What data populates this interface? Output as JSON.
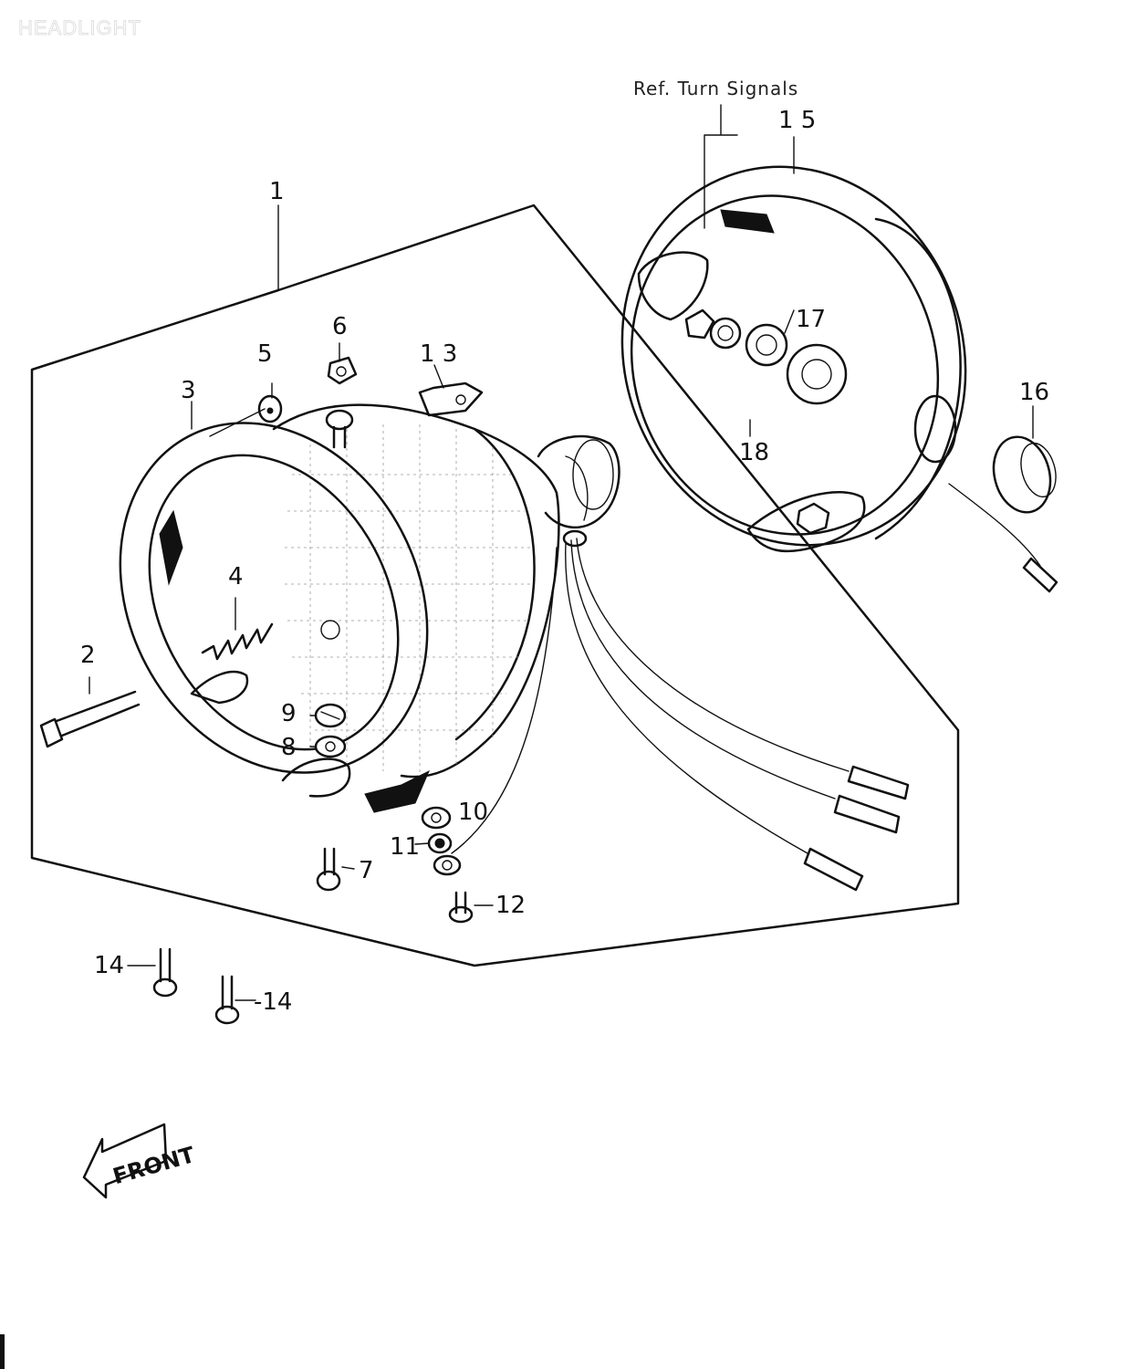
{
  "header": {
    "title": "HEADLIGHT"
  },
  "reference": {
    "text": "Ref. Turn Signals"
  },
  "front_marker": {
    "text": "FRONT"
  },
  "callouts": [
    {
      "id": "1",
      "text": "1"
    },
    {
      "id": "2",
      "text": "2"
    },
    {
      "id": "3",
      "text": "3"
    },
    {
      "id": "4",
      "text": "4"
    },
    {
      "id": "5",
      "text": "5"
    },
    {
      "id": "6",
      "text": "6"
    },
    {
      "id": "7",
      "text": "7"
    },
    {
      "id": "8",
      "text": "8"
    },
    {
      "id": "9",
      "text": "9"
    },
    {
      "id": "10",
      "text": "10"
    },
    {
      "id": "11",
      "text": "11"
    },
    {
      "id": "12",
      "text": "12"
    },
    {
      "id": "13",
      "text": "1 3"
    },
    {
      "id": "14a",
      "text": "14"
    },
    {
      "id": "14b",
      "text": "-14"
    },
    {
      "id": "15",
      "text": "1 5"
    },
    {
      "id": "16",
      "text": "16"
    },
    {
      "id": "17",
      "text": "17"
    },
    {
      "id": "18",
      "text": "18"
    }
  ]
}
